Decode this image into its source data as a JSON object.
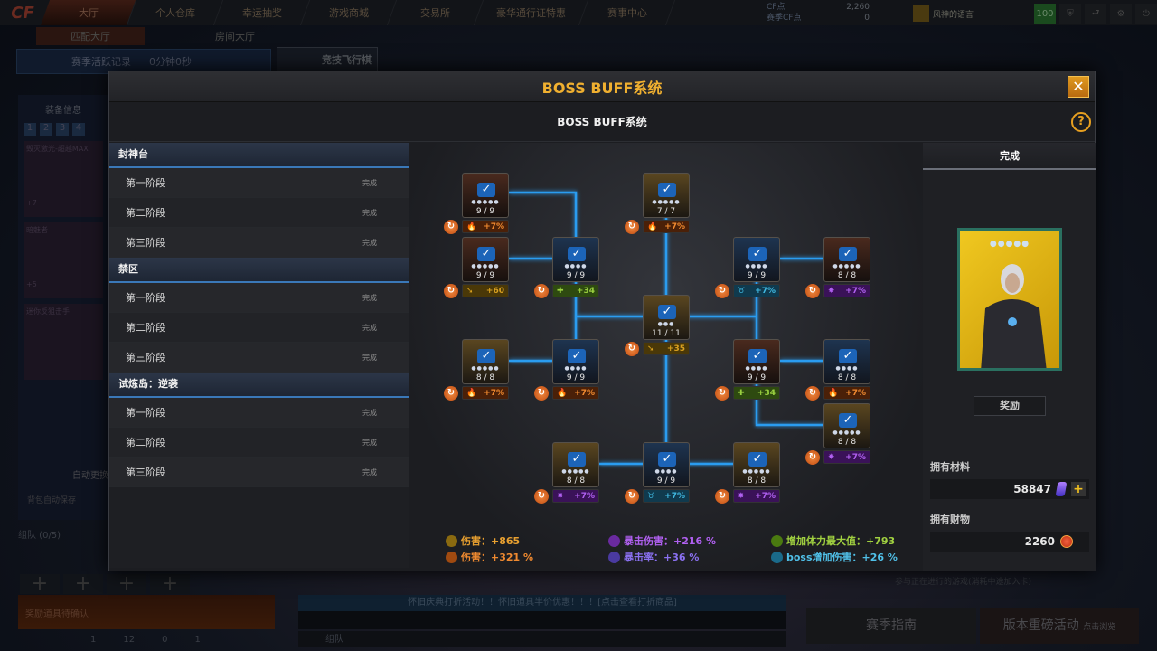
{
  "topbar": {
    "tabs": [
      "大厅",
      "个人仓库",
      "幸运抽奖",
      "游戏商城",
      "交易所",
      "豪华通行证特惠",
      "赛事中心"
    ],
    "cf_label": "CF点",
    "cf_value": "2,260",
    "season_cf_label": "赛季CF点",
    "season_cf_value": "0",
    "username": "风神的语言",
    "level": "100"
  },
  "lobby": {
    "subtabs": [
      "匹配大厅",
      "房间大厅"
    ],
    "season_record": "赛季活跃记录",
    "season_time": "0分钟0秒",
    "race": "竞技飞行棋",
    "equip_info": "装备信息",
    "loadouts": [
      "1",
      "2",
      "3",
      "4"
    ],
    "weapons": [
      "毁灭激光-超越MAX",
      "暗魅者",
      "迷你反狙击手"
    ],
    "weapon_levels": [
      "+7",
      "+5",
      ""
    ],
    "auto_swap": "自动更换",
    "auto_save": "背包自动保存",
    "team": "组队 (0/5)",
    "reward_confirm": "奖励道具待确认",
    "counts": [
      "1",
      "12",
      "0",
      "1"
    ],
    "marquee": "怀旧庆典打折活动！！怀旧道具半价优惠！！！[点击查看打折商品]",
    "chat_channel": "组队",
    "guide": "赛季指南",
    "major_event": "版本重磅活动",
    "major_event_hint": "点击浏览",
    "right_hint": "参与正在进行的游戏(消耗中途加入卡)"
  },
  "dialog": {
    "title": "BOSS BUFF系统",
    "subtitle": "BOSS BUFF系统",
    "close": "✕",
    "help": "?",
    "sections": [
      {
        "name": "封神台",
        "stages": [
          {
            "label": "第一阶段",
            "status": "完成"
          },
          {
            "label": "第二阶段",
            "status": "完成"
          },
          {
            "label": "第三阶段",
            "status": "完成"
          }
        ]
      },
      {
        "name": "禁区",
        "stages": [
          {
            "label": "第一阶段",
            "status": "完成"
          },
          {
            "label": "第二阶段",
            "status": "完成"
          },
          {
            "label": "第三阶段",
            "status": "完成"
          }
        ]
      },
      {
        "name": "试炼岛：逆袭",
        "stages": [
          {
            "label": "第一阶段",
            "status": "完成"
          },
          {
            "label": "第二阶段",
            "status": "完成"
          },
          {
            "label": "第三阶段",
            "status": "完成"
          }
        ]
      }
    ],
    "nodes": [
      {
        "progress": "9 / 9",
        "stars": 5,
        "type": "fire",
        "bonus": "+7%",
        "bg": "red"
      },
      {
        "progress": "7 / 7",
        "stars": 5,
        "type": "fire",
        "bonus": "+7%",
        "bg": "gold"
      },
      {
        "progress": "9 / 9",
        "stars": 5,
        "type": "dmg",
        "bonus": "+60",
        "bg": "red"
      },
      {
        "progress": "9 / 9",
        "stars": 4,
        "type": "hp",
        "bonus": "+34",
        "bg": "blue"
      },
      {
        "progress": "9 / 9",
        "stars": 4,
        "type": "boss",
        "bonus": "+7%",
        "bg": "blue"
      },
      {
        "progress": "8 / 8",
        "stars": 5,
        "type": "crit",
        "bonus": "+7%",
        "bg": "red"
      },
      {
        "progress": "11 / 11",
        "stars": 3,
        "type": "dmg",
        "bonus": "+35",
        "bg": "gold"
      },
      {
        "progress": "8 / 8",
        "stars": 5,
        "type": "fire",
        "bonus": "+7%",
        "bg": "gold"
      },
      {
        "progress": "9 / 9",
        "stars": 4,
        "type": "fire",
        "bonus": "+7%",
        "bg": "blue"
      },
      {
        "progress": "9 / 9",
        "stars": 4,
        "type": "hp",
        "bonus": "+34",
        "bg": "red"
      },
      {
        "progress": "8 / 8",
        "stars": 4,
        "type": "fire",
        "bonus": "+7%",
        "bg": "blue"
      },
      {
        "progress": "8 / 8",
        "stars": 5,
        "type": "crit",
        "bonus": "+7%",
        "bg": "gold"
      },
      {
        "progress": "8 / 8",
        "stars": 5,
        "type": "crit",
        "bonus": "+7%",
        "bg": "gold"
      },
      {
        "progress": "9 / 9",
        "stars": 4,
        "type": "boss",
        "bonus": "+7%",
        "bg": "blue"
      },
      {
        "progress": "8 / 8",
        "stars": 5,
        "type": "crit",
        "bonus": "+7%",
        "bg": "gold"
      }
    ],
    "totals": [
      {
        "label": "伤害：+865",
        "type": "dmg",
        "color": "#e8a030"
      },
      {
        "label": "暴击伤害：+216 %",
        "type": "crit",
        "color": "#b060f0"
      },
      {
        "label": "增加体力最大值：+793",
        "type": "hp",
        "color": "#a0d040"
      },
      {
        "label": "伤害：+321 %",
        "type": "fire",
        "color": "#f08a30"
      },
      {
        "label": "暴击率：+36 %",
        "type": "critrate",
        "color": "#8a70f0"
      },
      {
        "label": "boss增加伤害：+26 %",
        "type": "boss",
        "color": "#50c0e8"
      }
    ],
    "right": {
      "status": "完成",
      "reward_button": "奖励",
      "materials_label": "拥有材料",
      "materials_value": "58847",
      "wealth_label": "拥有财物",
      "wealth_value": "2260"
    }
  }
}
